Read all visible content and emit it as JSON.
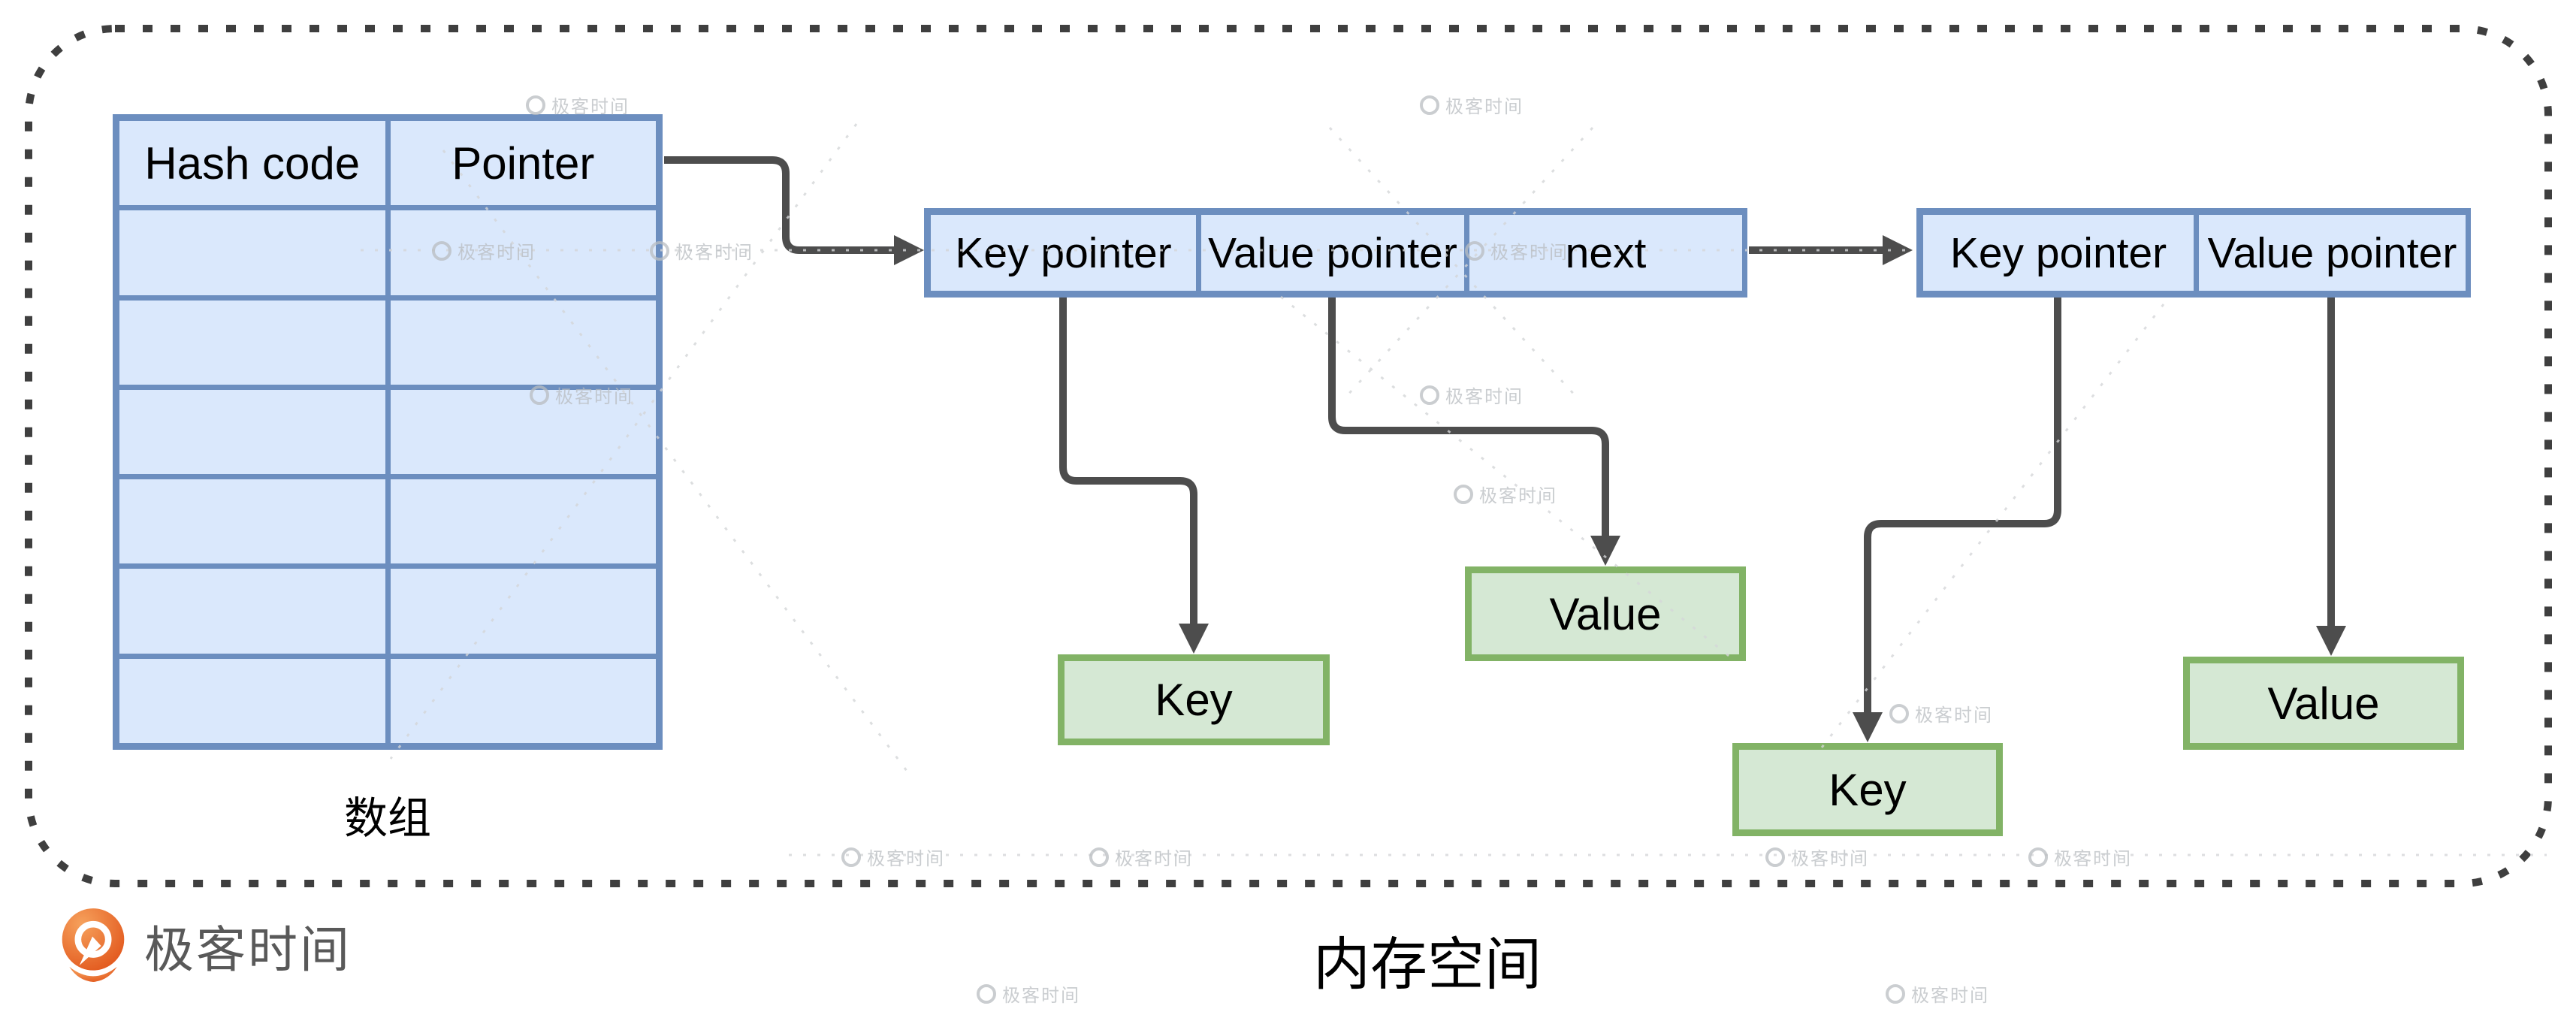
{
  "colors": {
    "blue_fill": "#dae8fc",
    "blue_border": "#6c8ebf",
    "green_fill": "#d5e8d4",
    "green_border": "#82b366",
    "arrow": "#4d4d4d",
    "dotted_border": "#3f3f3f",
    "logo_orange": "#e2571c",
    "logo_text_gray": "#595959",
    "watermark_gray": "#b9bdc1"
  },
  "array_table": {
    "headers": [
      "Hash code",
      "Pointer"
    ],
    "empty_row_count": 6,
    "label": "数组"
  },
  "list_node_1": {
    "cells": [
      "Key pointer",
      "Value pointer",
      "next"
    ]
  },
  "list_node_2": {
    "cells": [
      "Key pointer",
      "Value pointer"
    ]
  },
  "data_boxes": {
    "key_1": "Key",
    "value_1": "Value",
    "key_2": "Key",
    "value_2": "Value"
  },
  "footer": {
    "memory_label": "内存空间",
    "logo_text": "极客时间"
  },
  "watermark": {
    "text": "极客时间"
  }
}
